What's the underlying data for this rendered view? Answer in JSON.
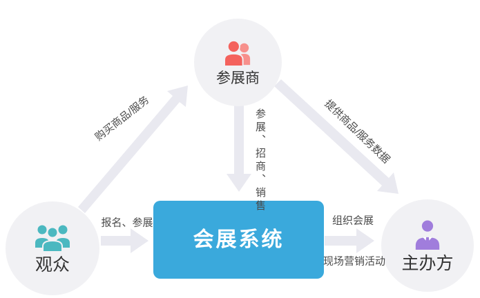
{
  "diagram": {
    "system": {
      "label": "会展系统",
      "bg_color": "#3aa9dc",
      "text_color": "#ffffff"
    },
    "nodes": {
      "exhibitor": {
        "label": "参展商",
        "icon": "two-people-icon",
        "icon_color": "#f4625d",
        "icon_color_light": "#f7908c"
      },
      "visitor": {
        "label": "观众",
        "icon": "three-people-icon",
        "icon_color": "#4bb8c0"
      },
      "organizer": {
        "label": "主办方",
        "icon": "businessman-icon",
        "icon_color": "#a07ddc"
      }
    },
    "edges": {
      "visitor_to_exhibitor": "购买商品/服务",
      "exhibitor_to_system": "参展、招商、销售",
      "exhibitor_to_organizer": "提供商品/服务数据",
      "visitor_to_system": "报名、参展",
      "system_to_organizer_primary": "组织会展",
      "system_to_organizer_secondary": "现场营销活动"
    },
    "colors": {
      "arrow": "#e9e9f0",
      "node_bg": "#f1f1f4",
      "edge_text": "#4a4a4a"
    }
  }
}
